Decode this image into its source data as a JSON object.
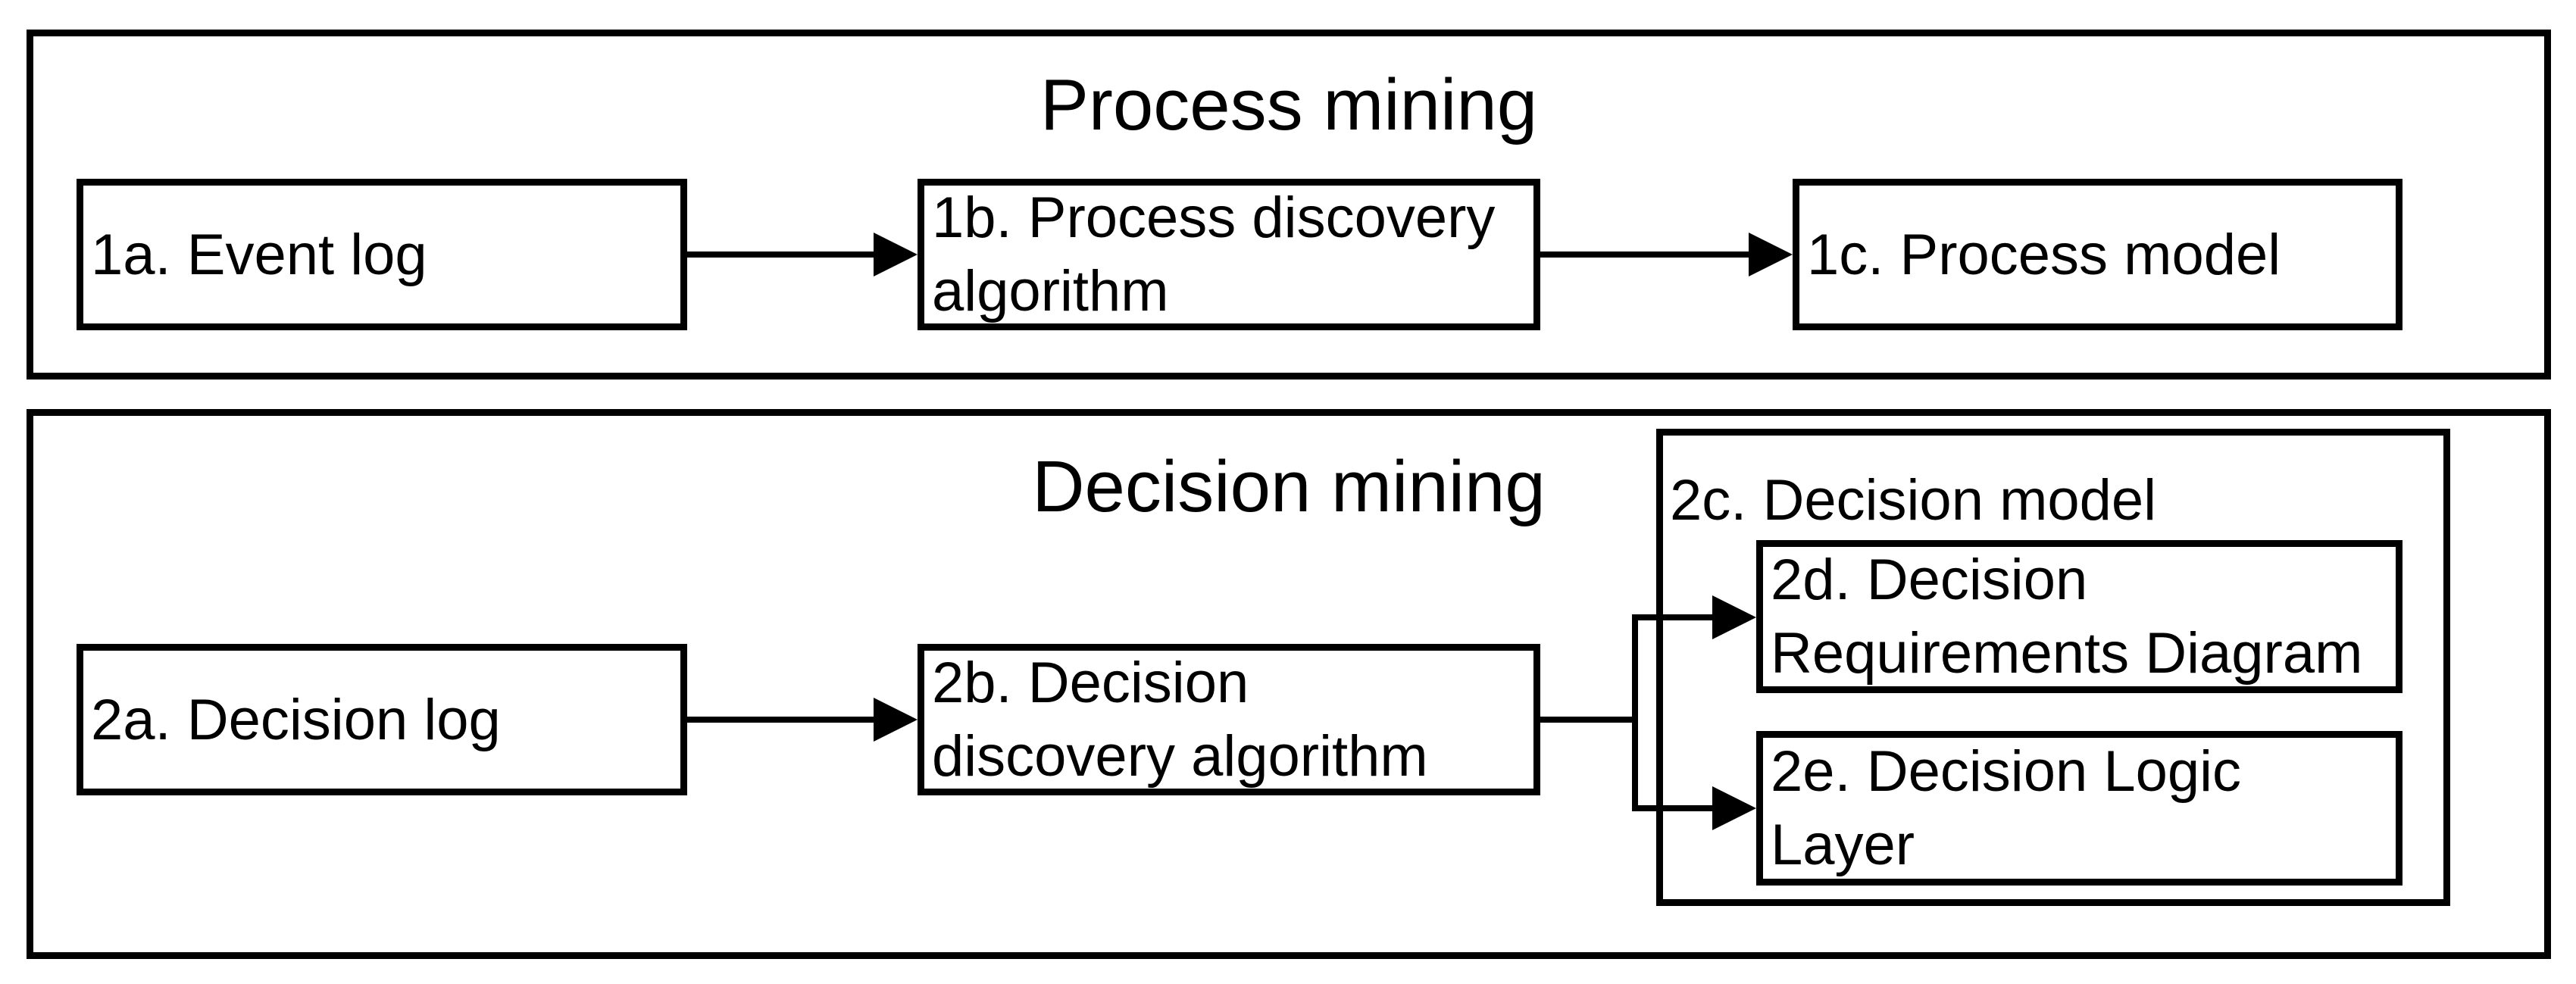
{
  "colors": {
    "ink": "#000000",
    "paper": "#ffffff"
  },
  "process_panel": {
    "title": "Process mining",
    "event_log": {
      "label": "1a. Event log"
    },
    "discovery_algorithm": {
      "line1": "1b. Process discovery",
      "line2": "algorithm"
    },
    "process_model": {
      "label": "1c. Process model"
    }
  },
  "decision_panel": {
    "title": "Decision mining",
    "decision_log": {
      "label": "2a. Decision log"
    },
    "discovery_algorithm": {
      "line1": "2b. Decision",
      "line2": "discovery algorithm"
    },
    "decision_model": {
      "label": "2c. Decision model"
    },
    "decision_requirements_diagram": {
      "line1": "2d. Decision",
      "line2": "Requirements Diagram"
    },
    "decision_logic_layer": {
      "line1": "2e. Decision Logic",
      "line2": "Layer"
    }
  }
}
